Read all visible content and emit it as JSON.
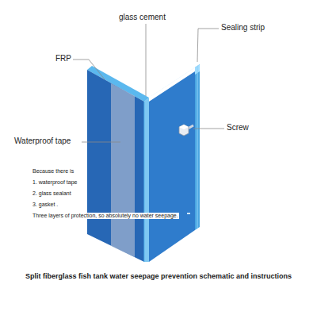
{
  "diagram": {
    "caption": "Split fiberglass fish tank water seepage prevention schematic and instructions",
    "labels": [
      "glass cement",
      "FRP",
      "Sealing strip",
      "Screw",
      "Waterproof tape",
      "Because there is",
      "1. waterproof tape",
      "2. glass sealant",
      "3. gasket .",
      "Three layers of protection, so absolutely no water seepage."
    ]
  }
}
